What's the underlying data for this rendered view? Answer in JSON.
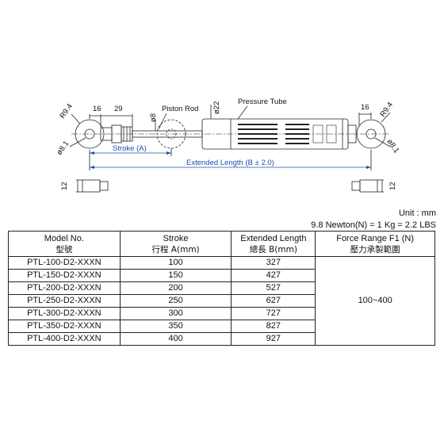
{
  "drawing": {
    "dims": {
      "r_left": "R9.4",
      "r_right": "R9.4",
      "w16_left": "16",
      "w29": "29",
      "d8": "ø8",
      "d22": "ø22",
      "w16_right": "16",
      "hole_left": "ø8.1",
      "hole_right": "ø8.1",
      "h12_left": "12",
      "h12_right": "12"
    },
    "labels": {
      "piston_rod": "Piston Rod",
      "pressure_tube": "Pressure Tube",
      "stroke": "Stroke (A)",
      "extended": "Extended Length (B ± 2.0)"
    }
  },
  "unit": "Unit : mm",
  "conversion": "9.8 Newton(N) = 1 Kg = 2.2 LBS",
  "table": {
    "headers": [
      {
        "en": "Model No.",
        "zh": "型號"
      },
      {
        "en": "Stroke",
        "zh": "行程 A(mm)"
      },
      {
        "en": "Extended Length",
        "zh": "總長 B(mm)"
      },
      {
        "en": "Force Range F1 (N)",
        "zh": "壓力承製範圍"
      }
    ],
    "rows": [
      {
        "model": "PTL-100-D2-XXXN",
        "stroke": "100",
        "length": "327"
      },
      {
        "model": "PTL-150-D2-XXXN",
        "stroke": "150",
        "length": "427"
      },
      {
        "model": "PTL-200-D2-XXXN",
        "stroke": "200",
        "length": "527"
      },
      {
        "model": "PTL-250-D2-XXXN",
        "stroke": "250",
        "length": "627"
      },
      {
        "model": "PTL-300-D2-XXXN",
        "stroke": "300",
        "length": "727"
      },
      {
        "model": "PTL-350-D2-XXXN",
        "stroke": "350",
        "length": "827"
      },
      {
        "model": "PTL-400-D2-XXXN",
        "stroke": "400",
        "length": "927"
      }
    ],
    "force_range": "100~400"
  }
}
